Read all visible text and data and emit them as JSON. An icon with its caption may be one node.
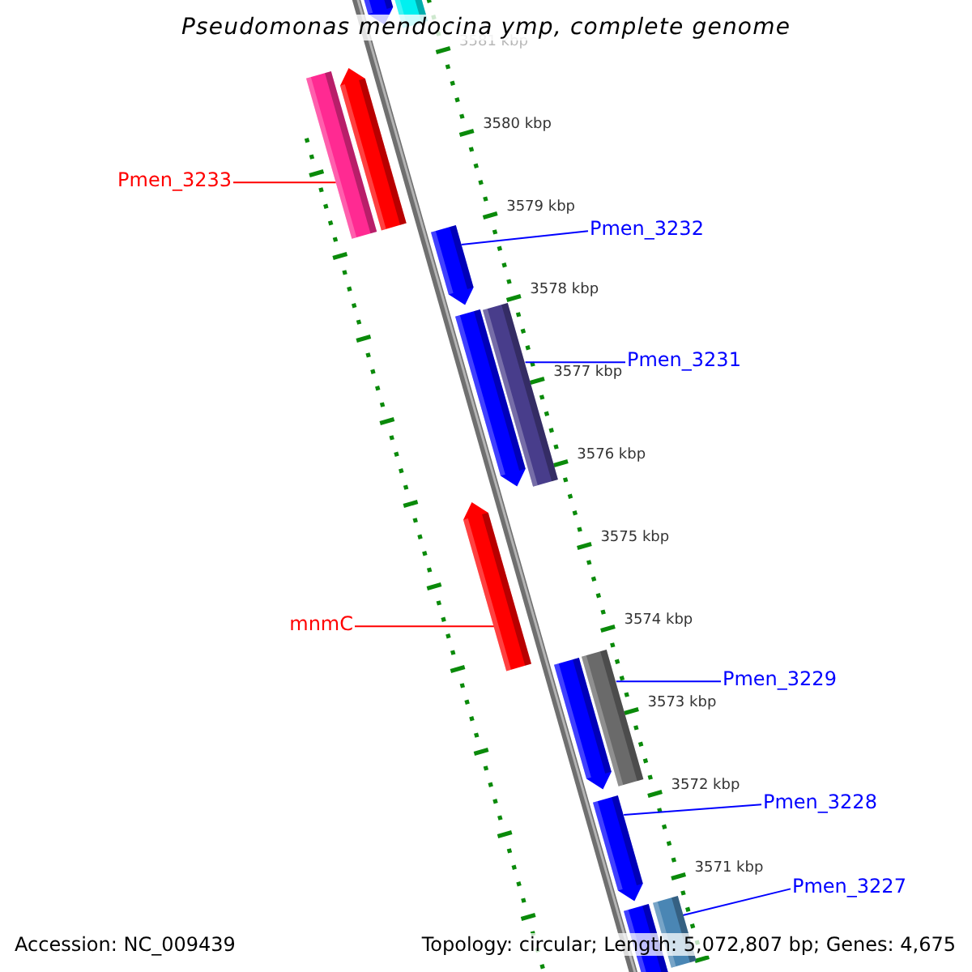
{
  "diagram": {
    "title": "Pseudomonas mendocina ymp, complete genome",
    "nodes": [
      {
        "text": [
          "Pmen_3233"
        ]
      },
      {
        "text": [
          "Pmen_3232"
        ]
      },
      {
        "text": [
          "Pmen_3231"
        ]
      },
      {
        "text": [
          "mnmC"
        ]
      },
      {
        "text": [
          "Pmen_3229"
        ]
      },
      {
        "text": [
          "Pmen_3228"
        ]
      },
      {
        "text": [
          "Pmen_3227"
        ]
      },
      {
        "text": [],
        "shape": "bar"
      },
      {
        "text": [],
        "shape": "bar"
      },
      {
        "text": [],
        "shape": "bar"
      },
      {
        "text": [],
        "shape": "bar"
      },
      {
        "text": [],
        "shape": "bar"
      },
      {
        "text": [],
        "shape": "bar"
      },
      {
        "text": [],
        "shape": "bar"
      },
      {
        "text": [],
        "shape": "bar"
      },
      {
        "text": [],
        "shape": "bar"
      },
      {
        "text": [],
        "shape": "bar"
      },
      {
        "text": [],
        "shape": "bar"
      },
      {
        "text": [],
        "shape": "bar"
      },
      {
        "text": [],
        "shape": "bar"
      }
    ],
    "edges": [
      {
        "from": 0,
        "to": 10,
        "arrow": "none",
        "color": "#ff0000"
      },
      {
        "from": 1,
        "to": 11,
        "arrow": "none"
      },
      {
        "from": 2,
        "to": 12,
        "arrow": "none"
      },
      {
        "from": 3,
        "to": 14,
        "arrow": "none",
        "color": "#ff0000"
      },
      {
        "from": 4,
        "to": 15,
        "arrow": "none"
      },
      {
        "from": 5,
        "to": 17,
        "arrow": "none"
      },
      {
        "from": 6,
        "to": 18,
        "arrow": "none"
      }
    ],
    "labels": [
      "3581 kbp",
      "3580 kbp",
      "3579 kbp",
      "3578 kbp",
      "3577 kbp",
      "3576 kbp",
      "3575 kbp",
      "3574 kbp",
      "3573 kbp",
      "3572 kbp",
      "3571 kbp",
      "Accession: NC_009439",
      "Topology: circular; Length: 5,072,807 bp; Genes: 4,675"
    ]
  }
}
